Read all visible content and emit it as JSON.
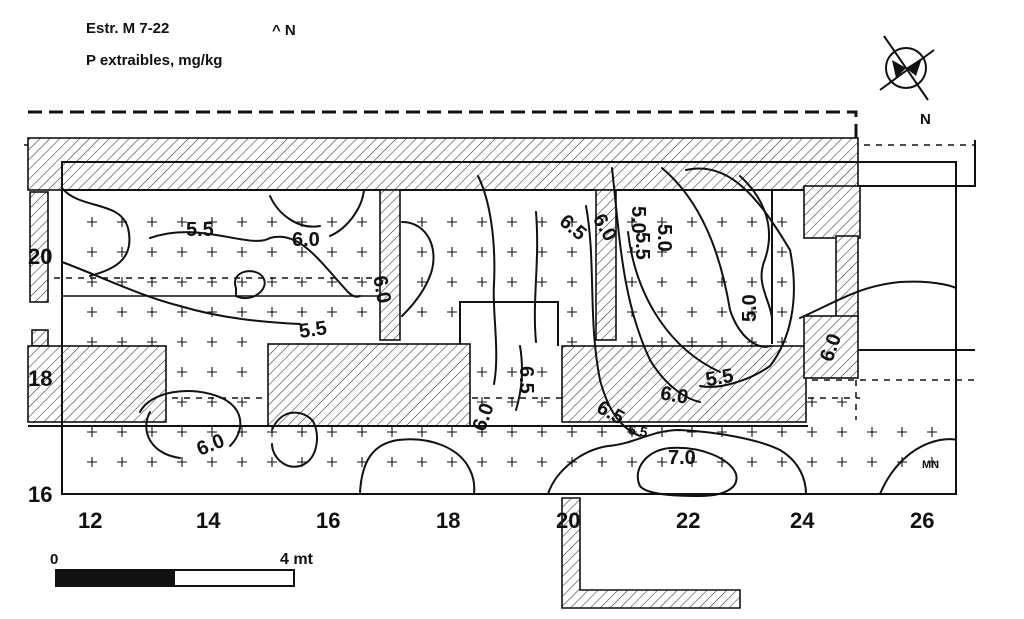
{
  "header": {
    "title": "Estr. M 7-22",
    "north_caret": "^ N",
    "subtitle": "P extraibles, mg/kg"
  },
  "compass": {
    "label": "N"
  },
  "x_axis_ticks": [
    "12",
    "14",
    "16",
    "18",
    "20",
    "22",
    "24",
    "26"
  ],
  "y_axis_ticks": [
    "16",
    "18",
    "20"
  ],
  "contour_labels": [
    "5.5",
    "6.0",
    "6.0",
    "5.5",
    "6.0",
    "6.5",
    "6.0",
    "6.5",
    "6.0",
    "6.5",
    "5.0",
    "5.5",
    "5.0",
    "5.0",
    "6.0",
    "5.5",
    "6.0",
    "6.5",
    "7.0"
  ],
  "corner_mark": "MN",
  "scale_bar": {
    "start_label": "0",
    "end_label": "4 mt"
  }
}
